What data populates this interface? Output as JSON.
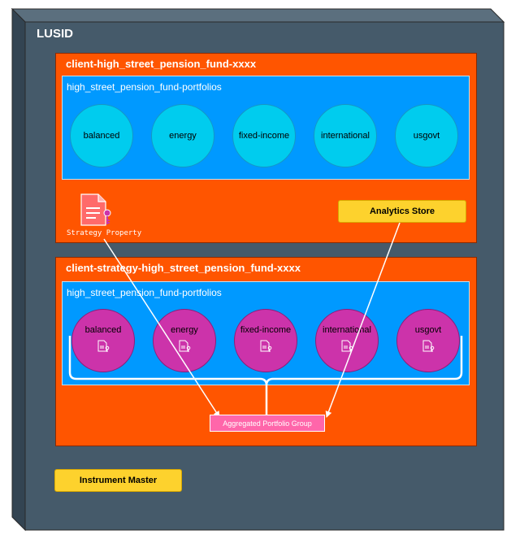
{
  "lusid": {
    "title": "LUSID"
  },
  "domain_top": {
    "title": "client-high_street_pension_fund-xxxx",
    "scope_title": "high_street_pension_fund-portfolios",
    "portfolios": [
      "balanced",
      "energy",
      "fixed-income",
      "international",
      "usgovt"
    ],
    "strategy_property_label": "Strategy Property",
    "analytics_store_label": "Analytics Store"
  },
  "domain_bottom": {
    "title": "client-strategy-high_street_pension_fund-xxxx",
    "scope_title": "high_street_pension_fund-portfolios",
    "portfolios": [
      "balanced",
      "energy",
      "fixed-income",
      "international",
      "usgovt"
    ],
    "aggregated_group_label": "Aggregated Portfolio Group"
  },
  "instrument_master": {
    "label": "Instrument Master"
  },
  "colors": {
    "lusid_box": "#455a6a",
    "domain": "#ff5500",
    "scope": "#0099ff",
    "portfolio_top": "#00ccee",
    "portfolio_bottom": "#cc33aa",
    "store": "#fdd22d",
    "aggregated": "#ff66aa"
  },
  "icons": {
    "strategy_property": "document-key-icon",
    "portfolio_property": "document-key-icon"
  }
}
